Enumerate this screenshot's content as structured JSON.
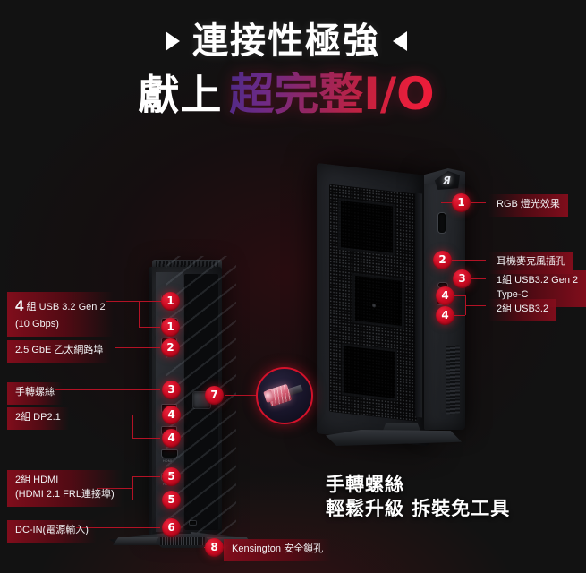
{
  "headline": {
    "line1": "連接性極強",
    "line2_white": "獻上",
    "line2_gradient": "超完整I/O",
    "marker_left": "triangle-right",
    "marker_right": "triangle-left"
  },
  "tagline": {
    "line1": "手轉螺絲",
    "line2": "輕鬆升級 拆裝免工具"
  },
  "colors": {
    "background": "#121212",
    "accent_red": "#cc0b22",
    "badge_red": "#e8243c",
    "leader_line": "#b31225",
    "gradient_start": "#4e2a86",
    "gradient_end": "#f01b38",
    "text_white": "#ffffff"
  },
  "left_labels": [
    {
      "id": "usb-32-gen2",
      "line1_count": "4",
      "line1": "組 USB 3.2 Gen 2",
      "line2": "(10 Gbps)",
      "badges": [
        "1",
        "1"
      ]
    },
    {
      "id": "ethernet",
      "line1": "2.5 GbE 乙太網路埠",
      "badges": [
        "2"
      ]
    },
    {
      "id": "thumbscrew",
      "line1": "手轉螺絲",
      "badges": [
        "3"
      ]
    },
    {
      "id": "displayport",
      "line1": "2組 DP2.1",
      "badges": [
        "4",
        "4"
      ]
    },
    {
      "id": "hdmi",
      "line1": "2組 HDMI",
      "line2": "(HDMI 2.1 FRL連接埠)",
      "badges": [
        "5",
        "5"
      ]
    },
    {
      "id": "dc-in",
      "line1": "DC-IN(電源輸入)",
      "badges": [
        "6"
      ]
    }
  ],
  "bottom_label": {
    "id": "kensington",
    "text": "Kensington 安全鎖孔",
    "badge": "8"
  },
  "right_labels": [
    {
      "id": "rgb-lighting",
      "line1": "RGB 燈光效果",
      "badges": [
        "1"
      ]
    },
    {
      "id": "headset-mic-jack",
      "line1": "耳機麥克風插孔",
      "badges": [
        "2"
      ]
    },
    {
      "id": "usb-typec",
      "line1": "1組 USB3.2 Gen 2",
      "line2": "Type-C",
      "badges": [
        "3"
      ]
    },
    {
      "id": "usb-32",
      "line1": "2組 USB3.2",
      "badges": [
        "4",
        "4"
      ]
    }
  ],
  "inset_callout": {
    "badge": "7",
    "depicts": "thumbscrew-closeup"
  },
  "tower_ports": [
    {
      "badge": "1",
      "type": "usb"
    },
    {
      "badge": "1",
      "type": "usb"
    },
    {
      "badge": "2",
      "type": "lan"
    },
    {
      "badge": "3",
      "type": "usbc"
    },
    {
      "badge": "4",
      "type": "dp"
    },
    {
      "badge": "4",
      "type": "dp"
    },
    {
      "badge": "5",
      "type": "hdmi",
      "silk": "HDMI"
    },
    {
      "badge": "5",
      "type": "hdmi",
      "silk": "HDMI"
    },
    {
      "badge": "6",
      "type": "dcin"
    },
    {
      "badge": "8",
      "type": "kensington-lock"
    }
  ],
  "console_ports": [
    {
      "badge": "1",
      "type": "rgb-logo"
    },
    {
      "badge": "2",
      "type": "audio-jack"
    },
    {
      "badge": "3",
      "type": "usbc"
    },
    {
      "badge": "4",
      "type": "usb"
    },
    {
      "badge": "4",
      "type": "usb"
    }
  ],
  "brand": {
    "logo_glyph": "Я"
  }
}
